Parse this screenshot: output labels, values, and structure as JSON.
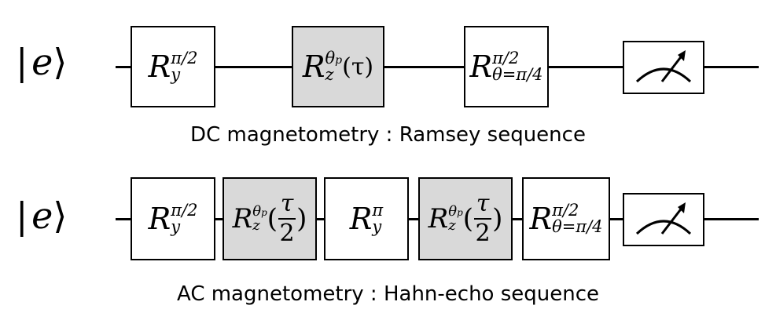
{
  "rows": [
    {
      "state": {
        "e": "e"
      },
      "gates": [
        {
          "name": "R",
          "sub": "y",
          "sup": "π/2",
          "shaded": false
        },
        {
          "name": "R",
          "sub": "z",
          "sup": "θ",
          "sup_sub": "p",
          "arg": "(τ)",
          "shaded": true
        },
        {
          "name": "R",
          "sub": "θ=π/4",
          "sup": "π/2",
          "shaded": false
        }
      ],
      "measure_icon": "meter-icon",
      "caption": "DC magnetometry : Ramsey sequence"
    },
    {
      "state": {
        "e": "e"
      },
      "gates": [
        {
          "name": "R",
          "sub": "y",
          "sup": "π/2",
          "shaded": false
        },
        {
          "name": "R",
          "sub": "z",
          "sup": "θ",
          "sup_sub": "p",
          "arg_num": "τ",
          "arg_den": "2",
          "shaded": true
        },
        {
          "name": "R",
          "sub": "y",
          "sup": "π",
          "shaded": false
        },
        {
          "name": "R",
          "sub": "z",
          "sup": "θ",
          "sup_sub": "p",
          "arg_num": "τ",
          "arg_den": "2",
          "shaded": true
        },
        {
          "name": "R",
          "sub": "θ=π/4",
          "sup": "π/2",
          "shaded": false
        }
      ],
      "measure_icon": "meter-icon",
      "caption": "AC magnetometry : Hahn-echo sequence"
    }
  ],
  "colors": {
    "shaded_gate": "#d9d9d9",
    "line": "#000000"
  }
}
